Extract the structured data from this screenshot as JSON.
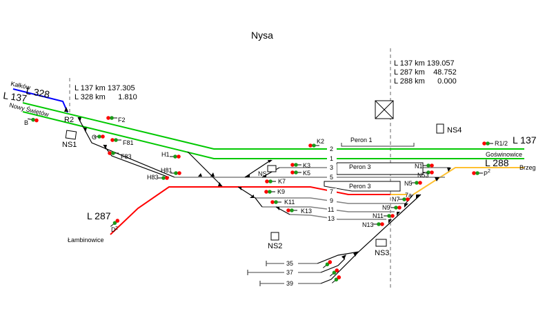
{
  "title": "Nysa",
  "colors": {
    "line_137": "#00c800",
    "line_328": "#0000ff",
    "line_287": "#ff0000",
    "line_288": "#ffc030",
    "station_track": "#808080",
    "signal_red": "#ff0000",
    "signal_green": "#1a9a1a"
  },
  "km_west": {
    "l137": "L 137 km 137.305",
    "l328": "L 328 km      1.810"
  },
  "km_east": {
    "l137": "L 137 km 139.057",
    "l287": "L 287 km    48.752",
    "l288": "L 288 km      0.000"
  },
  "lines": {
    "l328": "L 328",
    "kalkow": "Kałków",
    "l137_west": "L 137",
    "nowy_swietow": "Nowy Świętów",
    "l137_east": "L 137",
    "goswinowice": "Goświnowice",
    "l288": "L 288",
    "brzeg": "Brzeg",
    "l287": "L 287",
    "lambinowice": "Łambinowice"
  },
  "posts": [
    "R2",
    "NS1",
    "NS",
    "NS2",
    "NS3",
    "NS4"
  ],
  "platforms": [
    "Peron 1",
    "Peron 3",
    "Peron 3"
  ],
  "tracks": [
    "2",
    "1",
    "3",
    "5",
    "7",
    "7a",
    "9",
    "11",
    "13",
    "35",
    "37",
    "39"
  ],
  "signals": [
    "B",
    "F2",
    "G",
    "F81",
    "F83",
    "H1",
    "H81",
    "H83",
    "K2",
    "K3",
    "K5",
    "K7",
    "K9",
    "K11",
    "K13",
    "N1",
    "N53",
    "N5",
    "N7",
    "N9",
    "N11",
    "N13",
    "R1/2",
    "P",
    "D"
  ],
  "signal_superscripts": {
    "P": "2",
    "D": "2"
  }
}
